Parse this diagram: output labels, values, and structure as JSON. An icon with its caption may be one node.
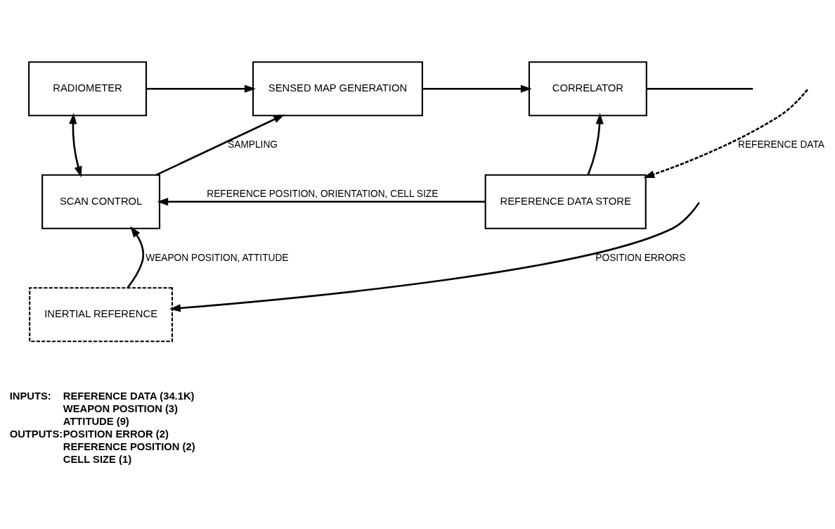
{
  "diagram": {
    "nodes": [
      {
        "text": [
          "RADIOMETER"
        ]
      },
      {
        "text": [
          "SENSED MAP GENERATION"
        ]
      },
      {
        "text": [
          "CORRELATOR"
        ]
      },
      {
        "text": [
          "SCAN CONTROL"
        ]
      },
      {
        "text": [
          "REFERENCE DATA STORE"
        ]
      },
      {
        "text": [
          "INERTIAL REFERENCE"
        ]
      }
    ],
    "edges": [
      {
        "from": 0,
        "to": 1,
        "arrow": "to"
      },
      {
        "from": 1,
        "to": 2,
        "arrow": "to"
      },
      {
        "from": 0,
        "to": 3,
        "arrow": "both"
      },
      {
        "from": 3,
        "to": 1,
        "arrow": "to",
        "label": "SAMPLING"
      },
      {
        "from": null,
        "to": 4,
        "arrow": "to",
        "label": "REFERENCE DATA",
        "style": "dashed"
      },
      {
        "from": 4,
        "to": 2,
        "arrow": "to"
      },
      {
        "from": 4,
        "to": 3,
        "arrow": "to",
        "label": "REFERENCE POSITION, ORIENTATION, CELL SIZE"
      },
      {
        "from": 5,
        "to": 3,
        "arrow": "to",
        "label": "WEAPON POSITION, ATTITUDE"
      },
      {
        "from": 2,
        "to": null,
        "arrow": "none"
      },
      {
        "from": null,
        "to": 5,
        "arrow": "to",
        "label": "POSITION ERRORS"
      }
    ],
    "labels": [
      "INPUTS:",
      "REFERENCE DATA (34.1K)",
      "WEAPON POSITION (3)",
      "ATTITUDE (9)",
      "OUTPUTS:",
      "POSITION ERROR (2)",
      "REFERENCE POSITION (2)",
      "CELL SIZE (1)"
    ]
  }
}
